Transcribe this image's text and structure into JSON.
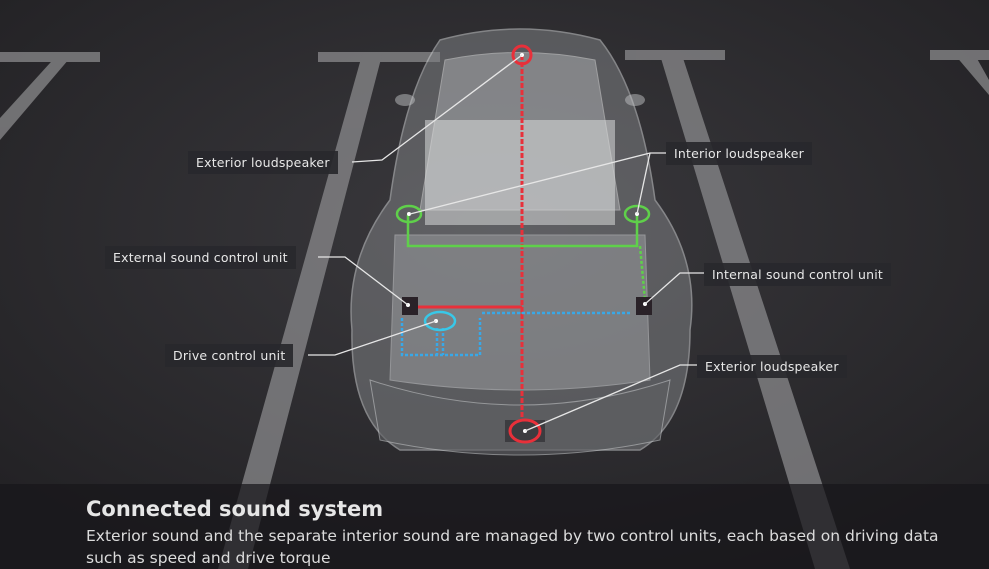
{
  "labels": {
    "exterior_loudspeaker_front": "Exterior loudspeaker",
    "interior_loudspeaker": "Interior loudspeaker",
    "external_sound_control_unit": "External sound control unit",
    "internal_sound_control_unit": "Internal sound control unit",
    "drive_control_unit": "Drive control unit",
    "exterior_loudspeaker_rear": "Exterior loudspeaker"
  },
  "caption": {
    "title": "Connected sound system",
    "body": "Exterior sound and the separate interior sound are managed by two control units, each based on driving data such as speed and drive torque"
  },
  "colors": {
    "exterior_line": "#e8303a",
    "interior_line": "#5fd04a",
    "drive_line": "#38a8e8",
    "background": "#2c2b2e"
  }
}
